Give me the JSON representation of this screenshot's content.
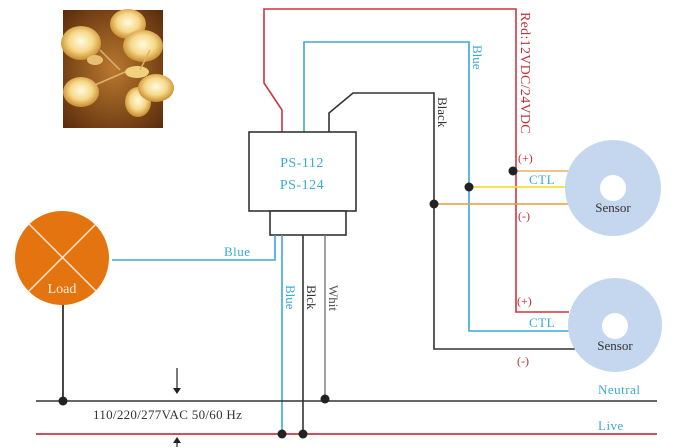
{
  "device": {
    "model_1": "PS-112",
    "model_2": "PS-124"
  },
  "photo": {
    "subject": "chandelier-photo"
  },
  "load": {
    "label": "Load"
  },
  "wires": {
    "red_label": "Red:12VDC/24VDC",
    "blue_top_label": "Blue",
    "black_top_label": "Black",
    "load_blue_label": "Blue",
    "down_blue_label": "Blue",
    "down_black_label": "Blck",
    "down_white_label": "Whit"
  },
  "sensor1": {
    "label": "Sensor",
    "plus": "(+)",
    "ctl": "CTL",
    "minus": "(-)"
  },
  "sensor2": {
    "label": "Sensor",
    "plus": "(+)",
    "ctl": "CTL",
    "minus": "(-)"
  },
  "mains": {
    "voltage": "110/220/277VAC 50/60 Hz",
    "neutral": "Neutral",
    "live": "Live"
  },
  "colors": {
    "red": "#d0343f",
    "blue": "#3aa9d3",
    "black": "#333333",
    "gray": "#777777",
    "yellow": "#f5dd3a",
    "orange_wire": "#e99a3c",
    "load_fill": "#e4740f",
    "sensor_fill": "#c5d7ef",
    "label_blue": "#3aa9d3",
    "label_red": "#c0303a"
  }
}
